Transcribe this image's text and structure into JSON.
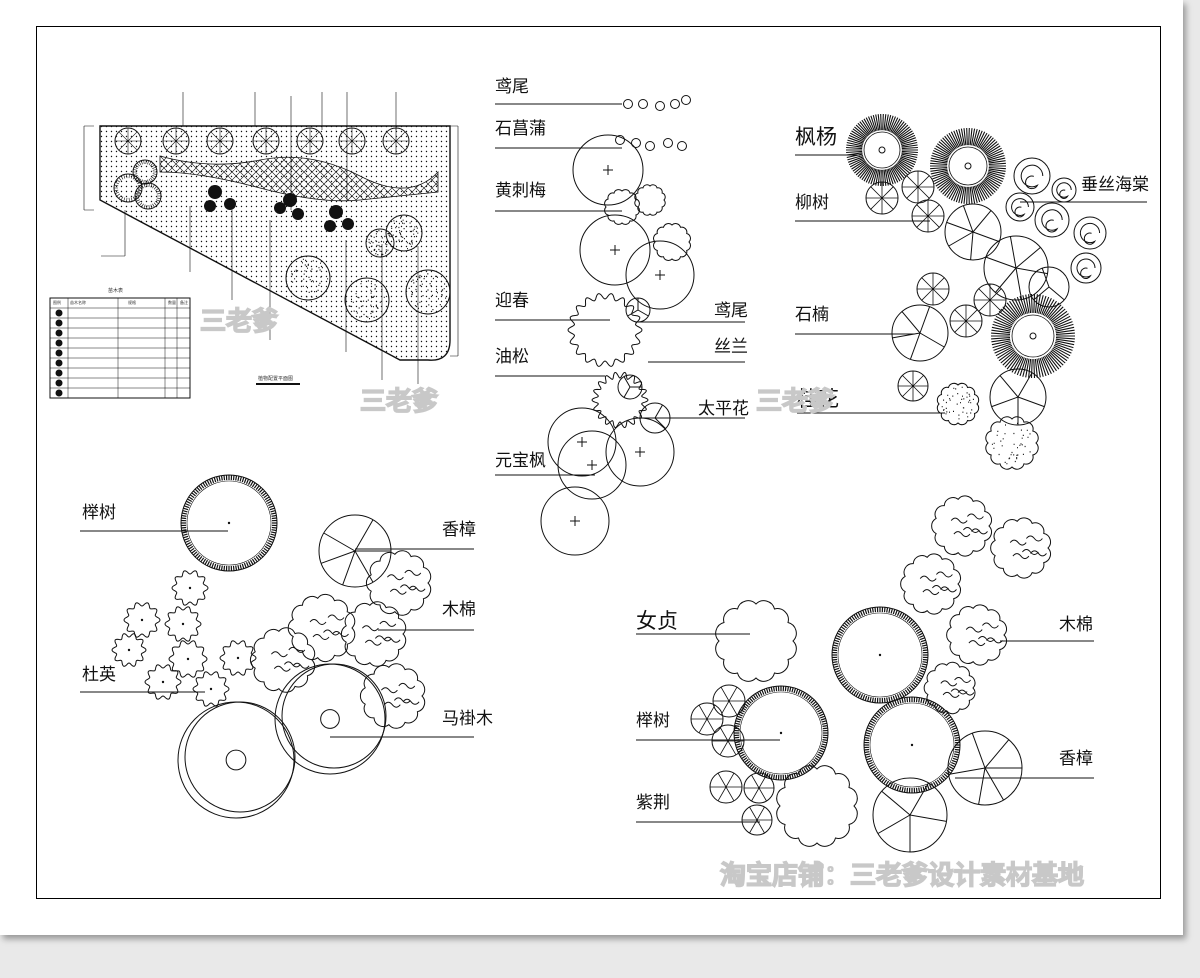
{
  "colors": {
    "line": "#111111",
    "page": "#ffffff",
    "background": "#e9e9e9",
    "watermark": "#c8c8c8"
  },
  "site_plan": {
    "title_label": "植物配置平面图",
    "legend_title": "苗木表",
    "legend_headers": [
      "图例",
      "苗木名称",
      "规格",
      "数量",
      "备注"
    ]
  },
  "group_center": {
    "labels": [
      "鸢尾",
      "石菖蒲",
      "黄刺梅",
      "迎春",
      "鸢尾",
      "油松",
      "丝兰",
      "太平花",
      "元宝枫"
    ]
  },
  "group_right": {
    "labels": [
      "枫杨",
      "垂丝海棠",
      "柳树",
      "石楠",
      "桂花"
    ]
  },
  "group_left": {
    "labels": [
      "榉树",
      "香樟",
      "木棉",
      "杜英",
      "马褂木"
    ]
  },
  "group_bottom": {
    "labels": [
      "女贞",
      "木棉",
      "榉树",
      "香樟",
      "紫荆"
    ]
  },
  "watermarks": [
    "三老爹",
    "三老爹",
    "三老爹"
  ],
  "footer_watermark": "淘宝店铺：三老爹设计素材基地"
}
